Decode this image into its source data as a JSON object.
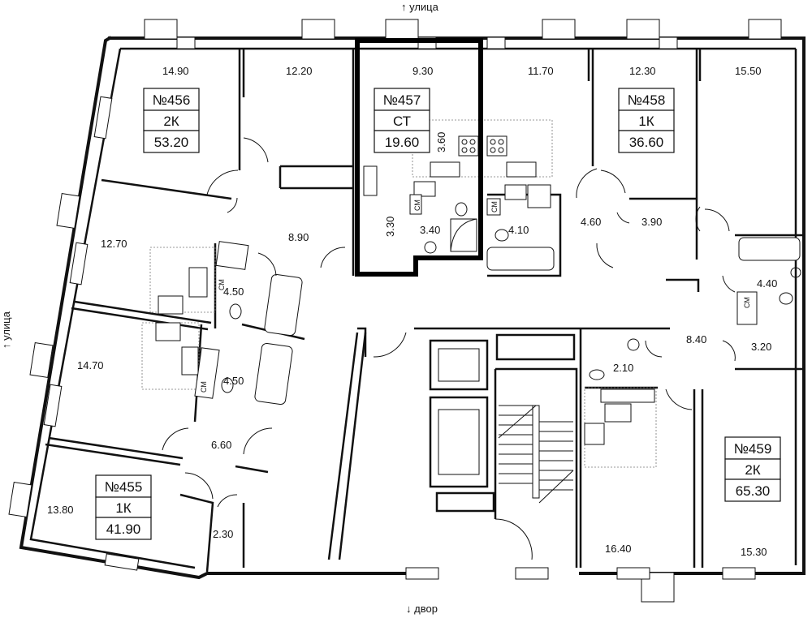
{
  "compass": {
    "top": "↑ улица",
    "left": "↑ улица",
    "bottom": "↓ двор"
  },
  "apartments": [
    {
      "number": "№456",
      "type": "2К",
      "area": "53.20"
    },
    {
      "number": "№457",
      "type": "СТ",
      "area": "19.60"
    },
    {
      "number": "№458",
      "type": "1К",
      "area": "36.60"
    },
    {
      "number": "№455",
      "type": "1К",
      "area": "41.90"
    },
    {
      "number": "№459",
      "type": "2К",
      "area": "65.30"
    }
  ],
  "room_areas": [
    "14.90",
    "12.20",
    "9.30",
    "11.70",
    "12.30",
    "15.50",
    "3.60",
    "12.70",
    "8.90",
    "3.30",
    "3.40",
    "4.10",
    "4.60",
    "3.90",
    "4.50",
    "4.40",
    "14.70",
    "4.50",
    "8.40",
    "3.20",
    "2.10",
    "6.60",
    "13.80",
    "2.30",
    "16.40",
    "15.30"
  ],
  "appliance_label": "СМ",
  "colors": {
    "wall": "#111111",
    "background": "#ffffff",
    "highlight": "#000000"
  }
}
